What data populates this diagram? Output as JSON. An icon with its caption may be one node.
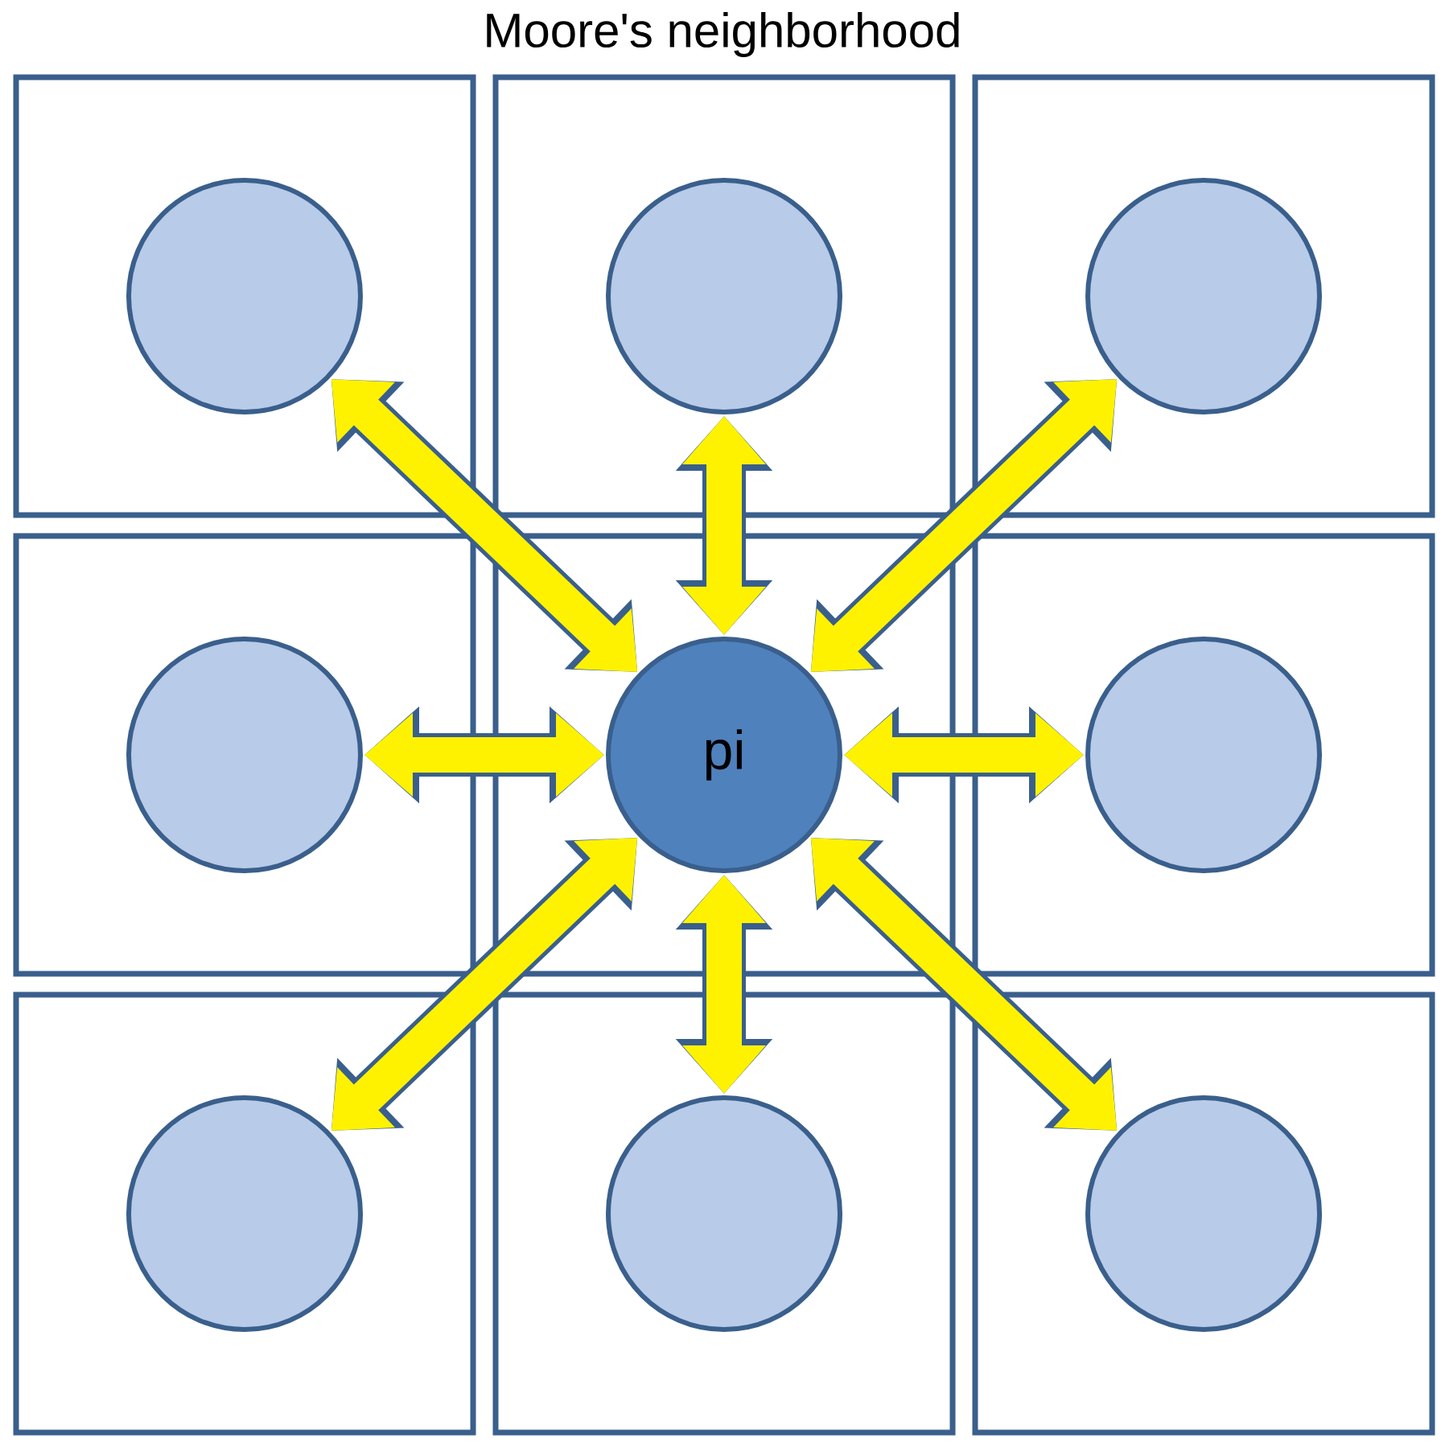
{
  "diagram": {
    "title": "Moore's neighborhood",
    "nodes": [
      {
        "text": [],
        "shape": "box"
      },
      {
        "text": [],
        "shape": "circle",
        "in": 0
      },
      {
        "text": [],
        "shape": "box"
      },
      {
        "text": [],
        "shape": "circle",
        "in": 2
      },
      {
        "text": [],
        "shape": "box"
      },
      {
        "text": [],
        "shape": "circle",
        "in": 4
      },
      {
        "text": [],
        "shape": "box"
      },
      {
        "text": [],
        "shape": "circle",
        "in": 6
      },
      {
        "text": [],
        "shape": "box"
      },
      {
        "text": [
          "pi"
        ],
        "in": 8
      },
      {
        "text": [],
        "shape": "box"
      },
      {
        "text": [],
        "shape": "circle",
        "in": 10
      },
      {
        "text": [],
        "shape": "box"
      },
      {
        "text": [],
        "shape": "circle",
        "in": 12
      },
      {
        "text": [],
        "shape": "box"
      },
      {
        "text": [],
        "shape": "circle",
        "in": 14
      },
      {
        "text": [],
        "shape": "box"
      },
      {
        "text": [],
        "shape": "circle",
        "in": 16
      }
    ],
    "edges": [
      {
        "from": 9,
        "to": 1,
        "arrow": "both"
      },
      {
        "from": 9,
        "to": 3,
        "arrow": "both"
      },
      {
        "from": 9,
        "to": 5,
        "arrow": "both"
      },
      {
        "from": 9,
        "to": 7,
        "arrow": "both"
      },
      {
        "from": 9,
        "to": 11,
        "arrow": "both"
      },
      {
        "from": 9,
        "to": 13,
        "arrow": "both"
      },
      {
        "from": 9,
        "to": 15,
        "arrow": "both"
      },
      {
        "from": 9,
        "to": 17,
        "arrow": "both"
      }
    ]
  }
}
